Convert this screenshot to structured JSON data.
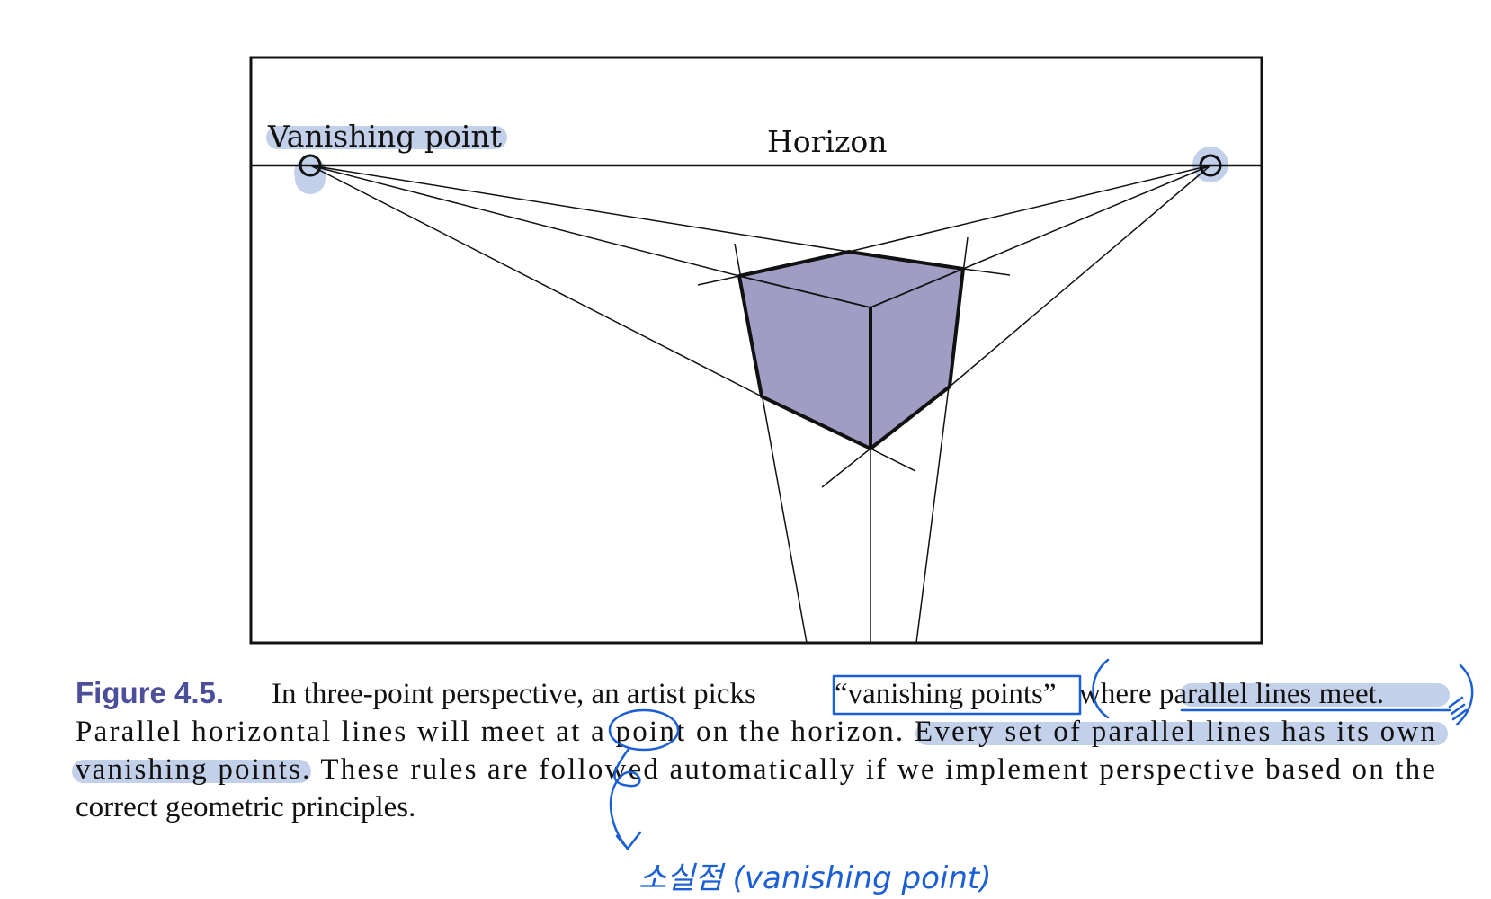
{
  "figure": {
    "horizon_label": "Horizon",
    "vanishing_point_label": "Vanishing point",
    "cube_color": "#9f9dc3"
  },
  "caption": {
    "label": "Figure 4.5.",
    "line1_a": "In three-point perspective, an artist picks ",
    "line1_quoted": "“vanishing points”",
    "line1_b": " where parallel lines meet.",
    "line2": "Parallel horizontal lines will meet at a point on the horizon.  Every set of parallel lines has its own",
    "line3": "vanishing points.  These rules are followed automatically if we implement perspective based on the",
    "line4": "correct geometric principles."
  },
  "annotation": {
    "handwritten_note": "소실점 (vanishing point)",
    "ink_color": "#1a5fd6",
    "highlight_color": "#b8c8e6"
  }
}
